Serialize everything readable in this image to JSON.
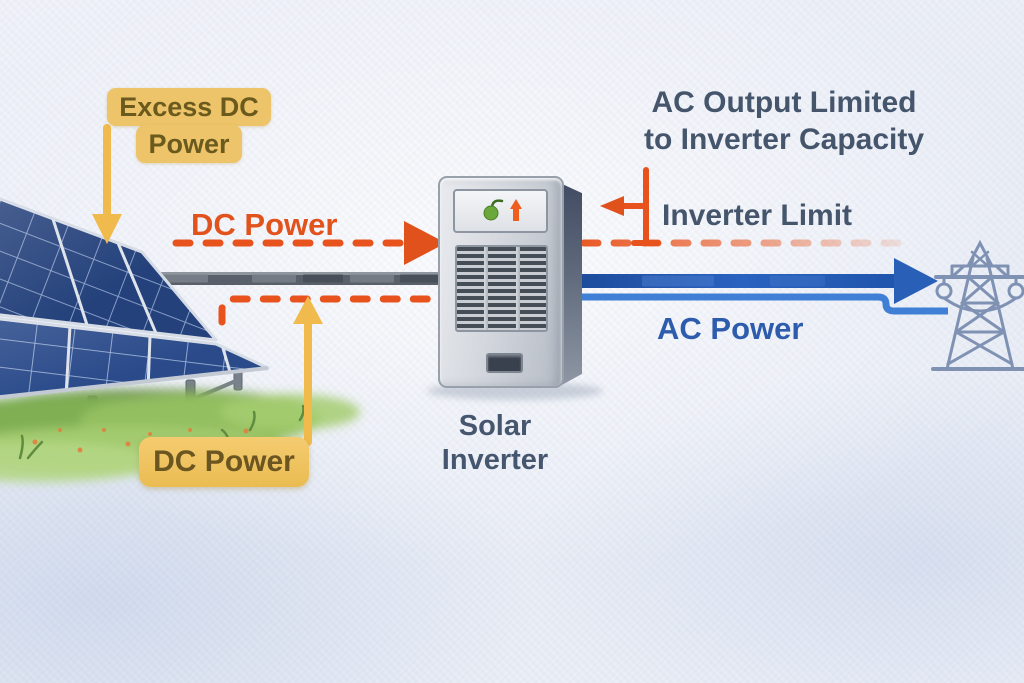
{
  "labels": {
    "excess_dc": {
      "line1": "Excess DC",
      "line2": "Power"
    },
    "dc_power_top": "DC Power",
    "dc_power_bottom": "DC Power",
    "ac_output_limit": {
      "line1": "AC Output Limited",
      "line2": "to Inverter Capacity"
    },
    "inverter_limit": "Inverter Limit",
    "ac_power": "AC Power",
    "solar_inverter": "Solar Inverter"
  },
  "colors": {
    "dc_orange": "#e8521c",
    "excess_yellow_bg": "#edc469",
    "excess_text": "#6b5a1e",
    "yellow_arrow": "#f1ba4c",
    "ac_blue": "#2a62c0",
    "ac_text": "#2d5cad",
    "label_dark": "#45556c",
    "tower_blue": "#8092b4",
    "inverter_led_green": "#6aa83c"
  },
  "icons": [
    {
      "name": "solar-panel-array-illustration"
    },
    {
      "name": "solar-inverter-illustration"
    },
    {
      "name": "transmission-tower-icon"
    },
    {
      "name": "inverter-status-led"
    },
    {
      "name": "inverter-output-arrow-icon"
    },
    {
      "name": "dc-flow-arrow-icon"
    },
    {
      "name": "ac-flow-arrow-icon"
    },
    {
      "name": "excess-dc-down-arrow-icon"
    },
    {
      "name": "dc-up-arrow-icon"
    },
    {
      "name": "inverter-limit-arrow-icon"
    }
  ]
}
